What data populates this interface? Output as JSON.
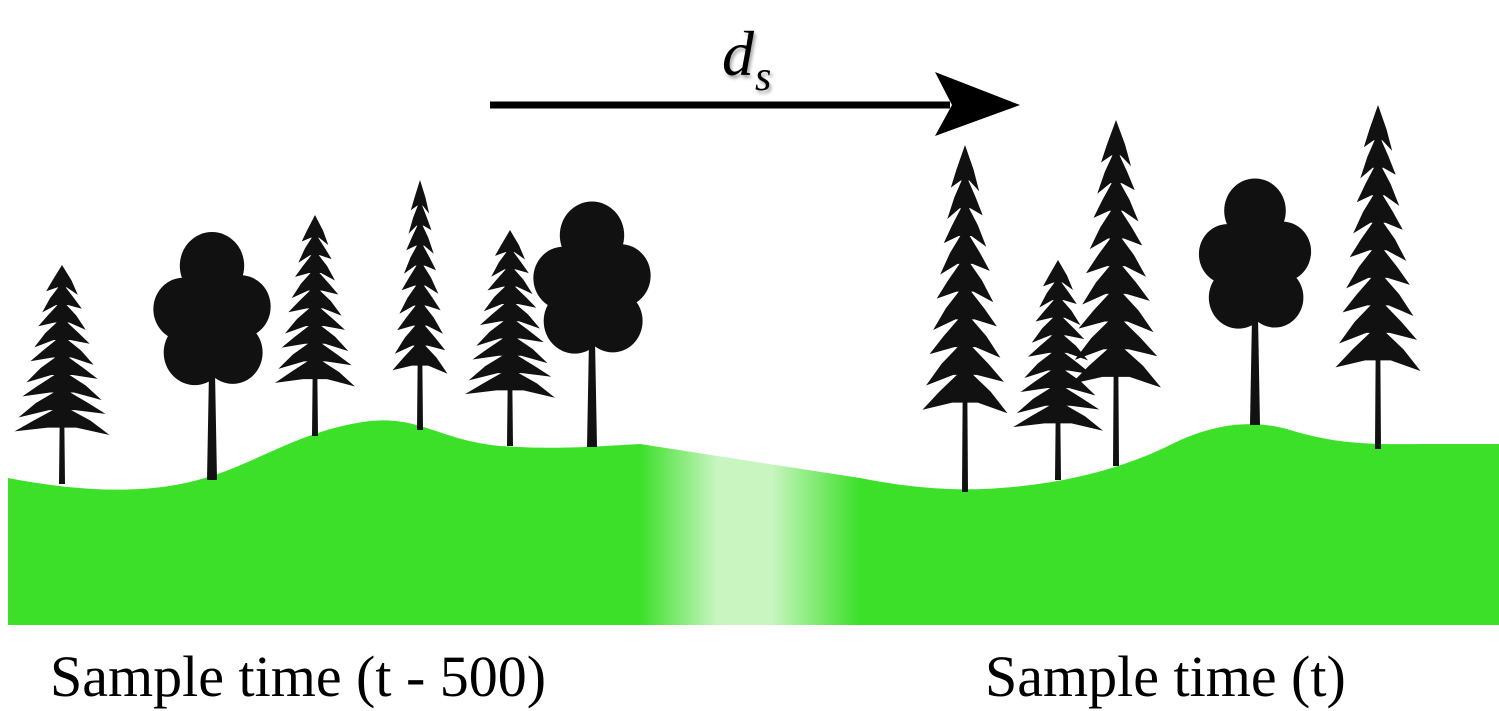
{
  "arrow": {
    "symbol": "d",
    "subscript": "s"
  },
  "panels": {
    "left": {
      "caption": "Sample time (t - 500)"
    },
    "right": {
      "caption": "Sample time (t)"
    }
  },
  "colors": {
    "ground": "#3ce029",
    "ground_fade": "#c8f5c0",
    "tree": "#111111",
    "arrow": "#000000"
  },
  "icons": [
    "pine-tree-icon",
    "broadleaf-tree-icon",
    "arrow-right-icon"
  ]
}
